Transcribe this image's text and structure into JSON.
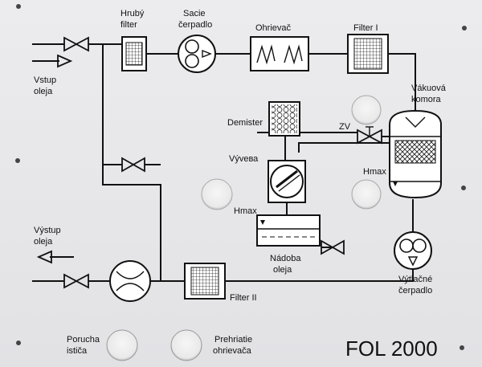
{
  "labels": {
    "inlet": [
      "Vstup",
      "oleja"
    ],
    "outlet": [
      "Výstup",
      "oleja"
    ],
    "coarse_filter": [
      "Hrubý",
      "filter"
    ],
    "suction_pump": [
      "Sacie",
      "čerpadlo"
    ],
    "heater": "Ohrievač",
    "filter_1": "Filter I",
    "vacuum_chamber": [
      "Vákuová",
      "komora"
    ],
    "demister": "Demister",
    "zv": "ZV",
    "vacuum_pump": "Vývева",
    "hmax_chamber": "Hmax",
    "hmax_tank": "Hmax",
    "oil_tank": [
      "Nádoba",
      "oleja"
    ],
    "discharge_pump": [
      "Výtlačné",
      "čerpadlo"
    ],
    "filter_2": "Filter II",
    "breaker_fault": [
      "Porucha",
      "ističa"
    ],
    "heater_overheat": [
      "Prehriatie",
      "ohrievača"
    ],
    "model": "FOL 2000"
  }
}
